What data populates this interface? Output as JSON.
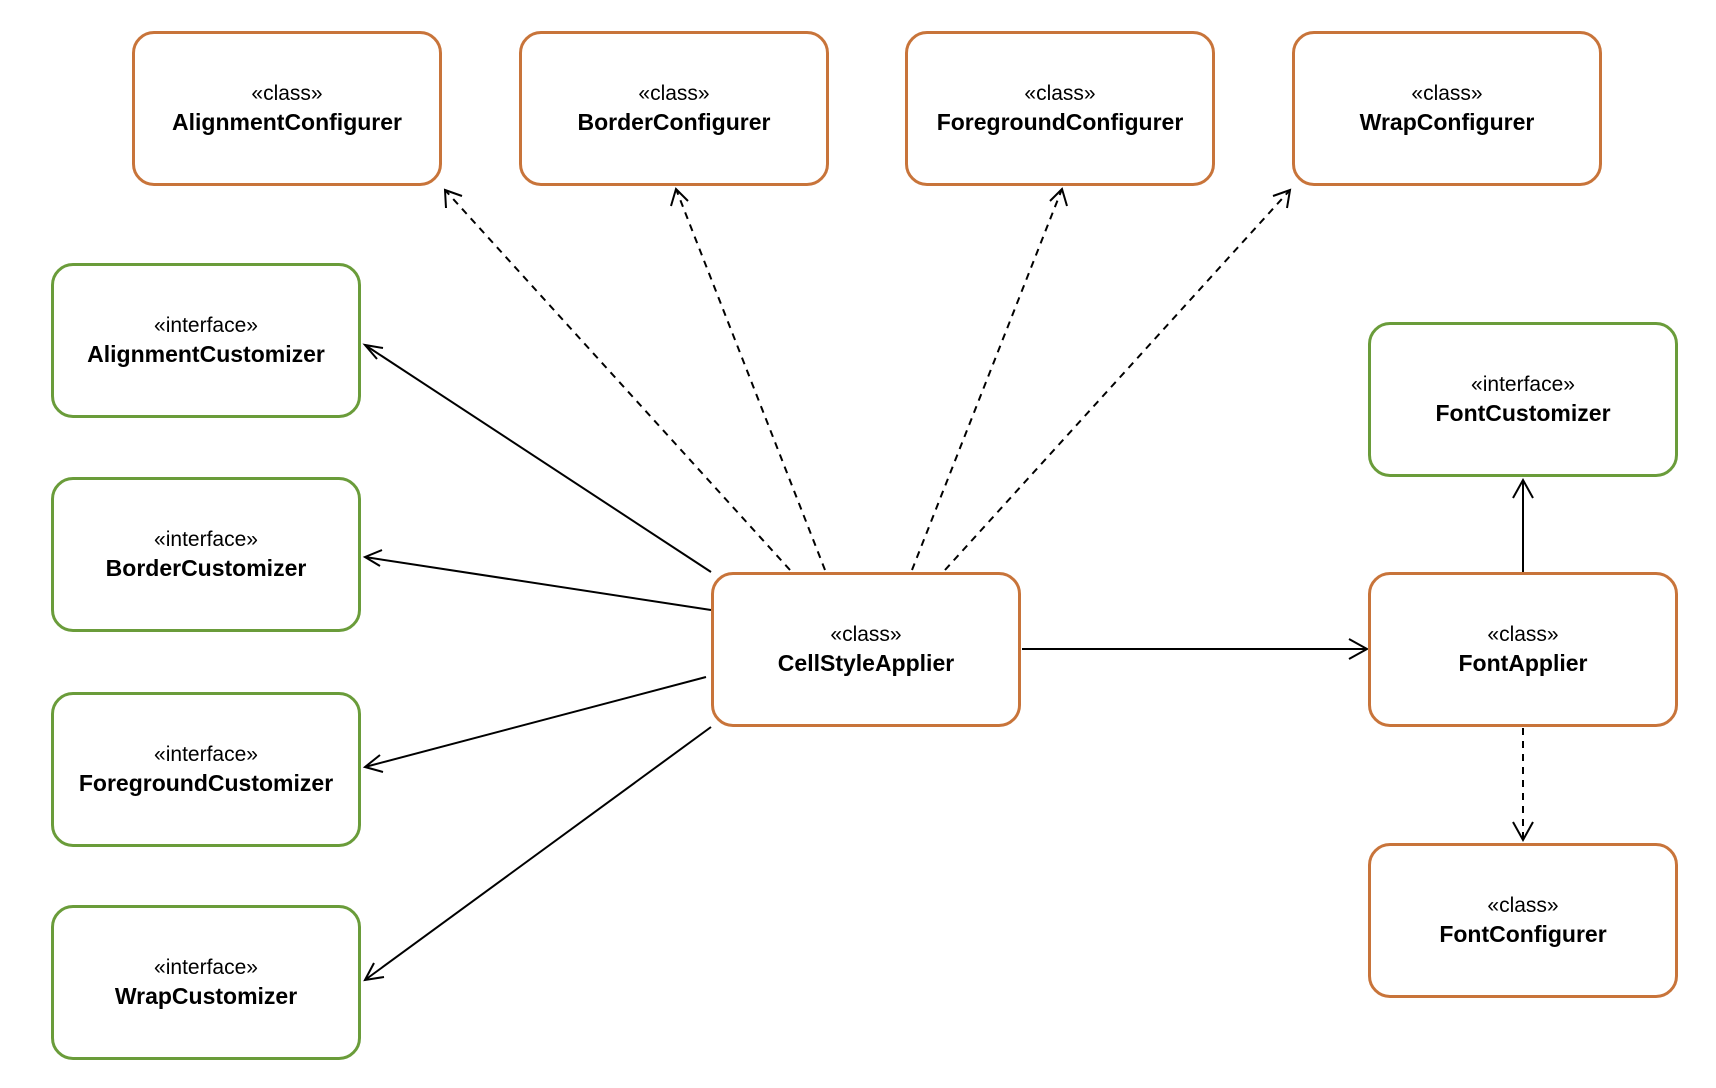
{
  "colors": {
    "class_border": "#c8743a",
    "interface_border": "#6a9c3a",
    "edge": "#000000",
    "background": "#ffffff"
  },
  "nodes": [
    {
      "id": "alignment-configurer",
      "kind": "class",
      "stereotype": "«class»",
      "name": "AlignmentConfigurer"
    },
    {
      "id": "border-configurer",
      "kind": "class",
      "stereotype": "«class»",
      "name": "BorderConfigurer"
    },
    {
      "id": "foreground-configurer",
      "kind": "class",
      "stereotype": "«class»",
      "name": "ForegroundConfigurer"
    },
    {
      "id": "wrap-configurer",
      "kind": "class",
      "stereotype": "«class»",
      "name": "WrapConfigurer"
    },
    {
      "id": "alignment-customizer",
      "kind": "interface",
      "stereotype": "«interface»",
      "name": "AlignmentCustomizer"
    },
    {
      "id": "border-customizer",
      "kind": "interface",
      "stereotype": "«interface»",
      "name": "BorderCustomizer"
    },
    {
      "id": "foreground-customizer",
      "kind": "interface",
      "stereotype": "«interface»",
      "name": "ForegroundCustomizer"
    },
    {
      "id": "wrap-customizer",
      "kind": "interface",
      "stereotype": "«interface»",
      "name": "WrapCustomizer"
    },
    {
      "id": "cell-style-applier",
      "kind": "class",
      "stereotype": "«class»",
      "name": "CellStyleApplier"
    },
    {
      "id": "font-customizer",
      "kind": "interface",
      "stereotype": "«interface»",
      "name": "FontCustomizer"
    },
    {
      "id": "font-applier",
      "kind": "class",
      "stereotype": "«class»",
      "name": "FontApplier"
    },
    {
      "id": "font-configurer",
      "kind": "class",
      "stereotype": "«class»",
      "name": "FontConfigurer"
    }
  ],
  "edges": [
    {
      "from": "cell-style-applier",
      "to": "alignment-configurer",
      "style": "dashed"
    },
    {
      "from": "cell-style-applier",
      "to": "border-configurer",
      "style": "dashed"
    },
    {
      "from": "cell-style-applier",
      "to": "foreground-configurer",
      "style": "dashed"
    },
    {
      "from": "cell-style-applier",
      "to": "wrap-configurer",
      "style": "dashed"
    },
    {
      "from": "cell-style-applier",
      "to": "alignment-customizer",
      "style": "solid"
    },
    {
      "from": "cell-style-applier",
      "to": "border-customizer",
      "style": "solid"
    },
    {
      "from": "cell-style-applier",
      "to": "foreground-customizer",
      "style": "solid"
    },
    {
      "from": "cell-style-applier",
      "to": "wrap-customizer",
      "style": "solid"
    },
    {
      "from": "cell-style-applier",
      "to": "font-applier",
      "style": "solid"
    },
    {
      "from": "font-applier",
      "to": "font-customizer",
      "style": "solid"
    },
    {
      "from": "font-applier",
      "to": "font-configurer",
      "style": "dashed"
    }
  ]
}
